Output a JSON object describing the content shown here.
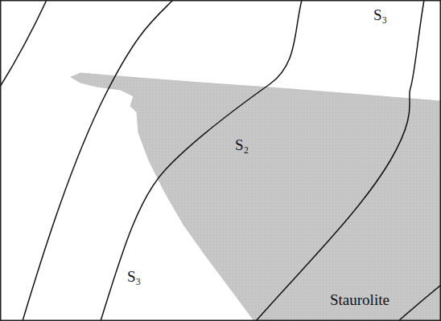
{
  "diagram": {
    "labels": [
      "S₃",
      "S₂",
      "S₃",
      "Staurolite"
    ]
  }
}
